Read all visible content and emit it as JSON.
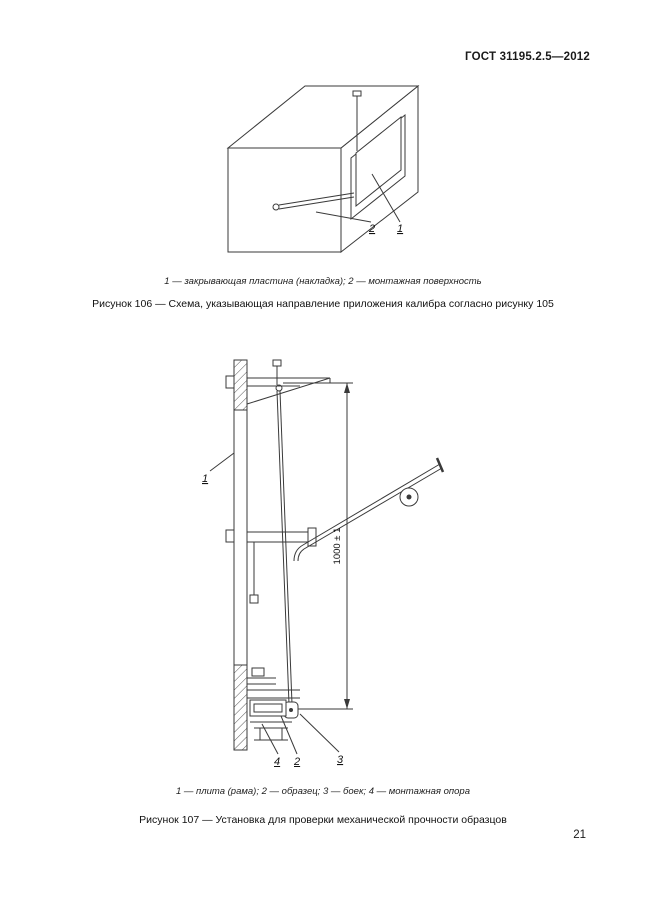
{
  "header": {
    "title": "ГОСТ 31195.2.5—2012"
  },
  "figure106": {
    "labels": {
      "plate": "1",
      "surface": "2"
    },
    "legend": "1 — закрывающая пластина (накладка); 2 — монтажная поверхность",
    "caption": "Рисунок 106 — Схема, указывающая направление приложения калибра согласно рисунку 105"
  },
  "figure107": {
    "labels": {
      "plate": "1",
      "specimen": "2",
      "striker": "3",
      "support": "4"
    },
    "dimension": "1000 ± 1",
    "legend": "1 — плита (рама); 2 — образец; 3 — боек; 4 — монтажная опора",
    "caption": "Рисунок 107 — Установка для проверки механической прочности образцов"
  },
  "footer": {
    "page_number": "21"
  }
}
